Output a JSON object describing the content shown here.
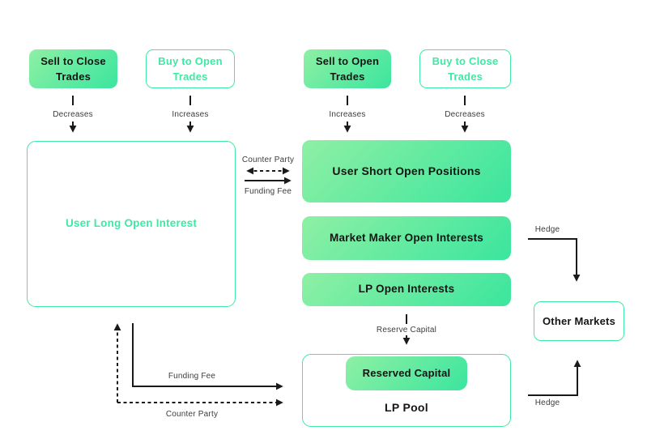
{
  "colors": {
    "fill_start": "#8EF0A4",
    "fill_end": "#3BE59E",
    "outline": "#3EE9A4",
    "green_text": "#3DE9A3",
    "black_text": "#151515",
    "line": "#1A1A1A",
    "label_text": "#3C3C3C",
    "bg": "#FFFFFF"
  },
  "trade_boxes": [
    {
      "label": "Sell to Close Trades",
      "effect": "Decreases",
      "variant": "filled"
    },
    {
      "label": "Buy to Open Trades",
      "effect": "Increases",
      "variant": "outlined"
    },
    {
      "label": "Sell to Open Trades",
      "effect": "Increases",
      "variant": "filled"
    },
    {
      "label": "Buy to Close Trades",
      "effect": "Decreases",
      "variant": "outlined"
    }
  ],
  "nodes": {
    "user_long": {
      "label": "User Long Open Interest"
    },
    "user_short": {
      "label": "User Short Open Positions"
    },
    "market_maker": {
      "label": "Market Maker Open Interests"
    },
    "lp_open": {
      "label": "LP Open Interests"
    },
    "reserved_capital": {
      "label": "Reserved Capital"
    },
    "lp_pool": {
      "label": "LP Pool"
    },
    "other_markets": {
      "label": "Other Markets"
    }
  },
  "edges": {
    "counter_party_top": "Counter Party",
    "funding_fee_top": "Funding Fee",
    "reserve_capital": "Reserve Capital",
    "hedge_top": "Hedge",
    "hedge_bottom": "Hedge",
    "funding_fee_bottom": "Funding Fee",
    "counter_party_bottom": "Counter Party"
  }
}
